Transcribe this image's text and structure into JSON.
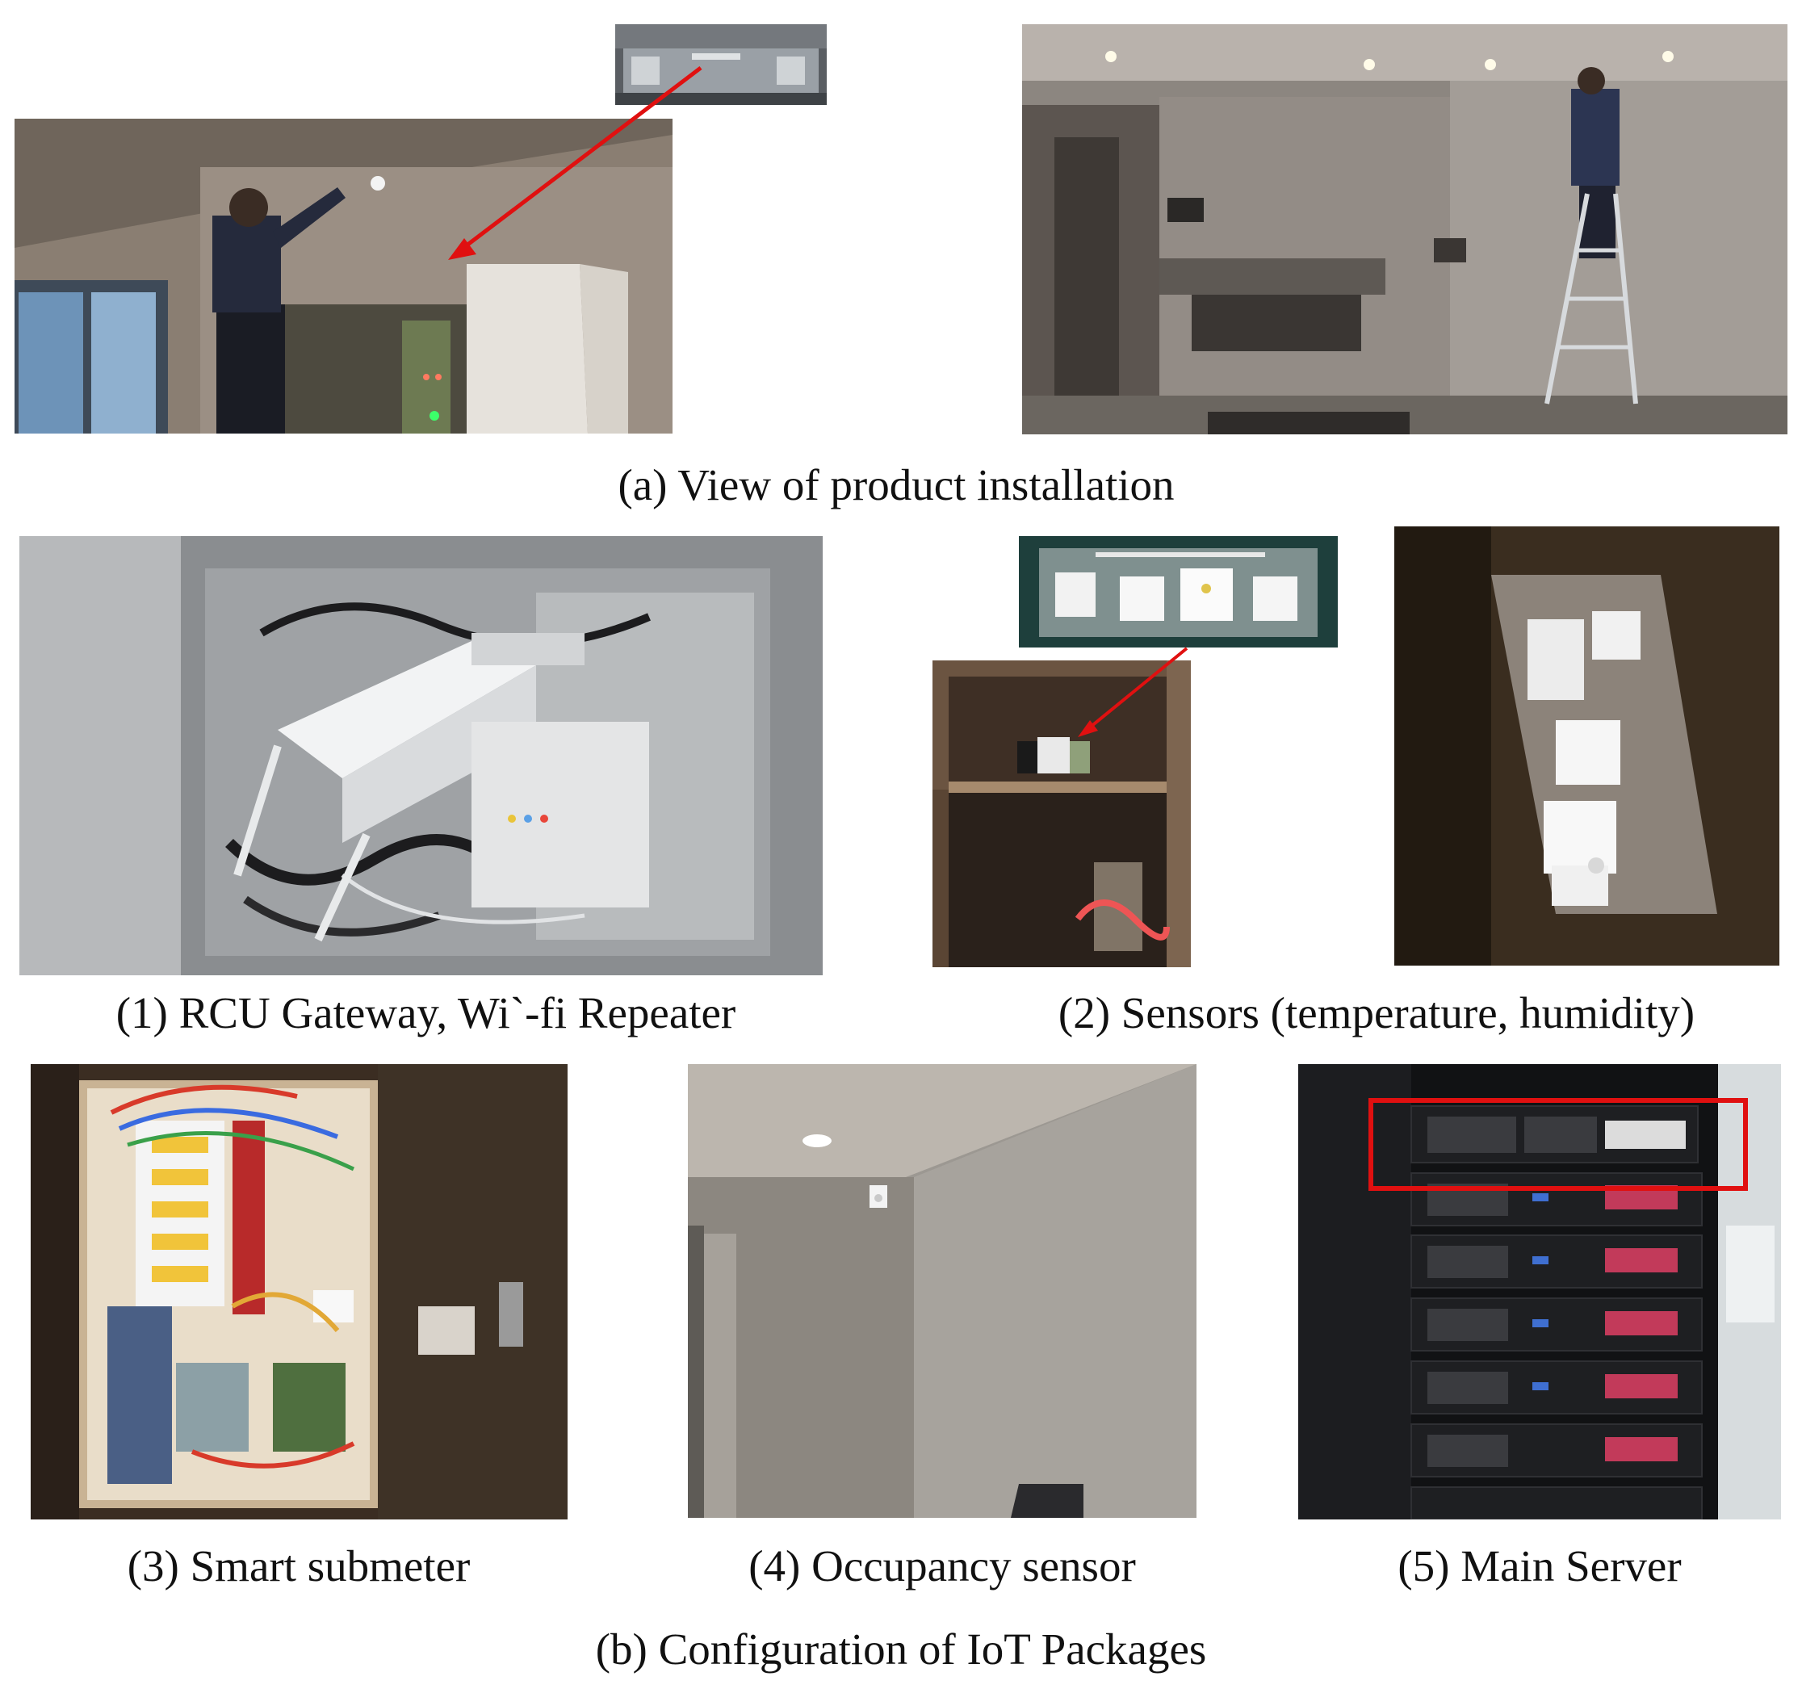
{
  "captions": {
    "a": "(a) View of product installation",
    "b1": "(1) RCU Gateway, Wi`-fi Repeater",
    "b2": "(2) Sensors (temperature, humidity)",
    "b3": "(3) Smart submeter",
    "b4": "(4) Occupancy sensor",
    "b5": "(5) Main Server",
    "b": "(b) Configuration of IoT Packages"
  },
  "colors": {
    "highlight": "#e01010"
  }
}
